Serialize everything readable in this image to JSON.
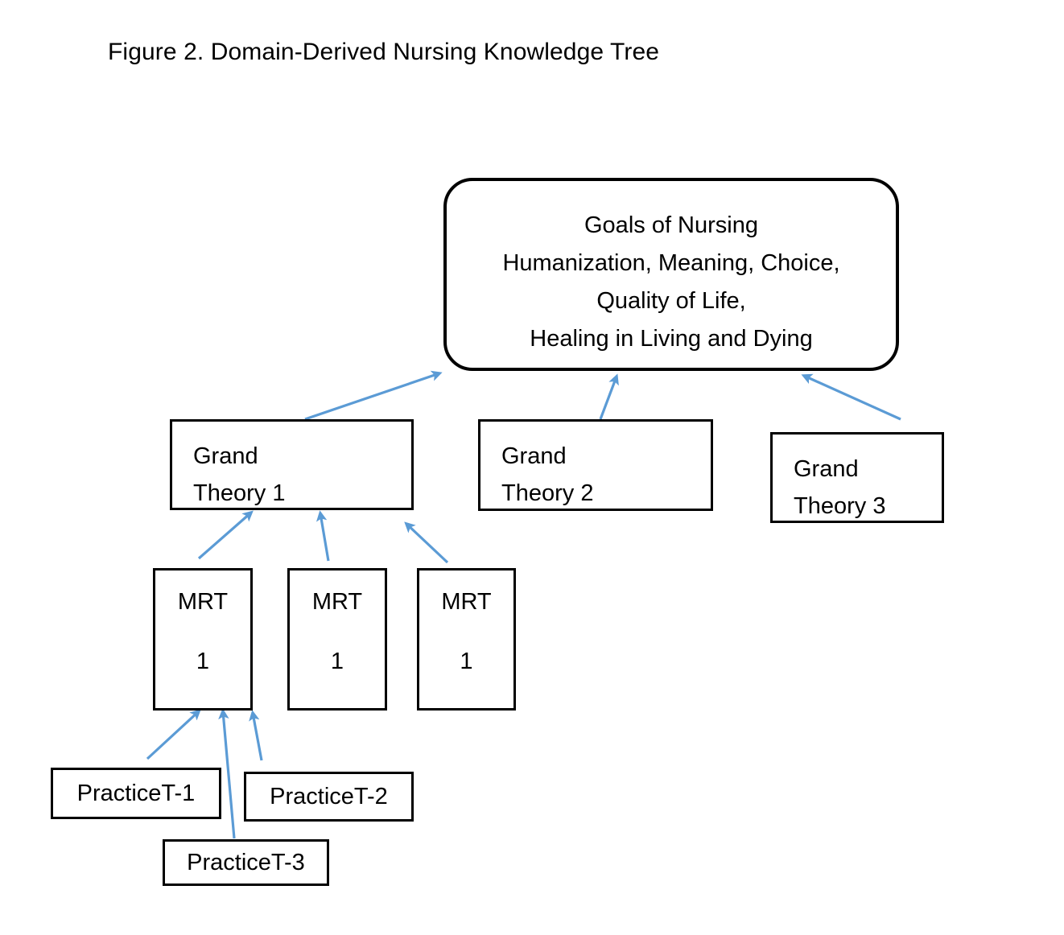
{
  "figure": {
    "title": "Figure 2. Domain-Derived Nursing Knowledge Tree",
    "accent_color": "#5B9BD5",
    "outline_color": "#000000",
    "background_color": "#FFFFFF"
  },
  "goal_node": {
    "name": "Goals of Nursing",
    "lines": [
      "Goals of Nursing",
      "Humanization, Meaning, Choice,",
      "Quality of Life,",
      "Healing in Living and Dying"
    ]
  },
  "grand_theories": [
    {
      "line1": "Grand",
      "line2": "Theory 1"
    },
    {
      "line1": "Grand",
      "line2": "Theory 2"
    },
    {
      "line1": "Grand",
      "line2": "Theory 3"
    }
  ],
  "mrts": [
    {
      "title": "MRT",
      "number": "1"
    },
    {
      "title": "MRT",
      "number": "1"
    },
    {
      "title": "MRT",
      "number": "1"
    }
  ],
  "practice_theories": [
    {
      "label": "PracticeT-1"
    },
    {
      "label": "PracticeT-2"
    },
    {
      "label": "PracticeT-3"
    }
  ],
  "connections": [
    {
      "from": "Grand Theory 1",
      "to": "Goals of Nursing"
    },
    {
      "from": "Grand Theory 2",
      "to": "Goals of Nursing"
    },
    {
      "from": "Grand Theory 3",
      "to": "Goals of Nursing"
    },
    {
      "from": "MRT 1 (first)",
      "to": "Grand Theory 1"
    },
    {
      "from": "MRT 1 (second)",
      "to": "Grand Theory 1"
    },
    {
      "from": "MRT 1 (third)",
      "to": "Grand Theory 1"
    },
    {
      "from": "PracticeT-1",
      "to": "MRT 1 (first)"
    },
    {
      "from": "PracticeT-2",
      "to": "MRT 1 (first)"
    },
    {
      "from": "PracticeT-3",
      "to": "MRT 1 (first)"
    }
  ]
}
